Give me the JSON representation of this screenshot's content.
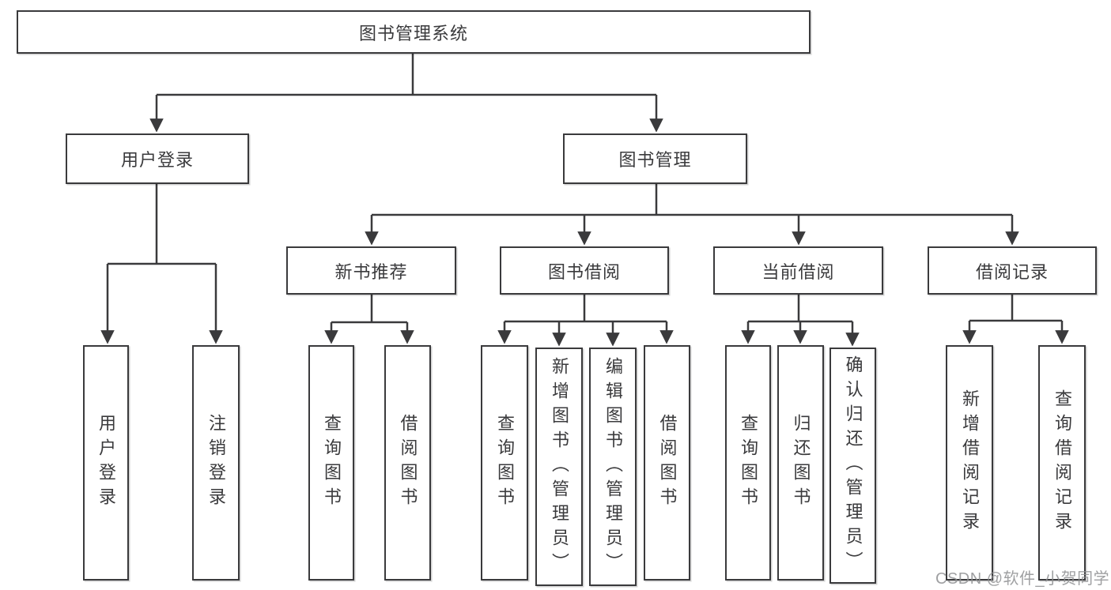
{
  "watermark": "CSDN @软件_小贺同学",
  "colors": {
    "line": "#3a3a3c",
    "text": "#3a3a3c",
    "box_background": "#ffffff",
    "watermark": "#8f9092"
  },
  "tree": {
    "root": {
      "label": "图书管理系统"
    },
    "branches": [
      {
        "label": "用户登录",
        "children": [
          {
            "label": "用户登录"
          },
          {
            "label": "注销登录"
          }
        ]
      },
      {
        "label": "图书管理",
        "children": [
          {
            "label": "新书推荐",
            "children": [
              {
                "label": "查询图书"
              },
              {
                "label": "借阅图书"
              }
            ]
          },
          {
            "label": "图书借阅",
            "children": [
              {
                "label": "查询图书"
              },
              {
                "label": "新增图书（管理员）"
              },
              {
                "label": "编辑图书（管理员）"
              },
              {
                "label": "借阅图书"
              }
            ]
          },
          {
            "label": "当前借阅",
            "children": [
              {
                "label": "查询图书"
              },
              {
                "label": "归还图书"
              },
              {
                "label": "确认归还（管理员）"
              }
            ]
          },
          {
            "label": "借阅记录",
            "children": [
              {
                "label": "新增借阅记录"
              },
              {
                "label": "查询借阅记录"
              }
            ]
          }
        ]
      }
    ]
  }
}
